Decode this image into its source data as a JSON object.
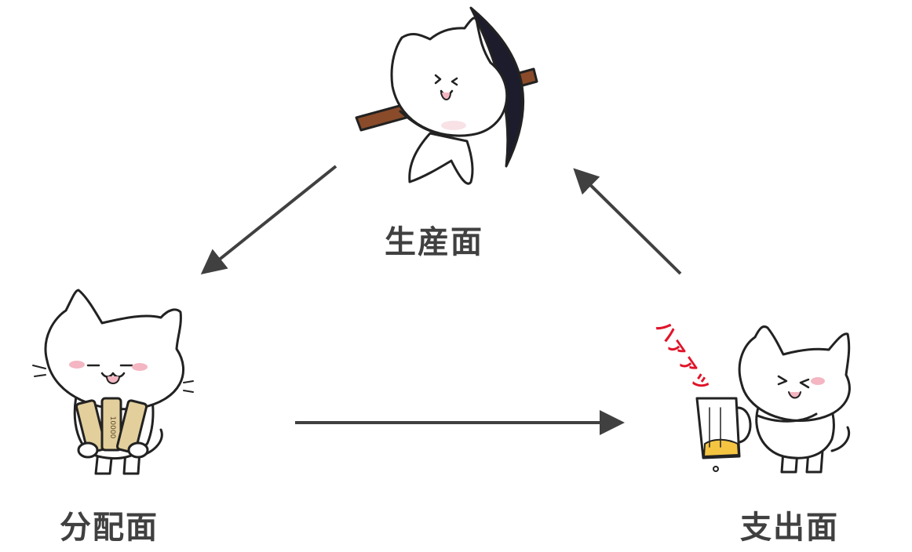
{
  "nodes": {
    "production": {
      "label": "生産面",
      "icon": "cat-with-pickaxe-icon"
    },
    "distribution": {
      "label": "分配面",
      "icon": "cat-holding-banknotes-icon",
      "banknote_text": "10000"
    },
    "expenditure": {
      "label": "支出面",
      "icon": "cat-with-beer-mug-icon",
      "sfx_text": "ハァァッ"
    }
  },
  "edges": [
    {
      "from": "production",
      "to": "distribution"
    },
    {
      "from": "distribution",
      "to": "expenditure"
    },
    {
      "from": "expenditure",
      "to": "production"
    }
  ],
  "colors": {
    "arrow": "#404040",
    "label": "#404040",
    "outline": "#222222",
    "blush": "#f4b6c2",
    "pickaxe_head": "#1c1c2c",
    "pickaxe_handle": "#8a4b2a",
    "banknote": "#e3cf9c",
    "beer": "#f5c542",
    "sfx": "#e0142a"
  }
}
